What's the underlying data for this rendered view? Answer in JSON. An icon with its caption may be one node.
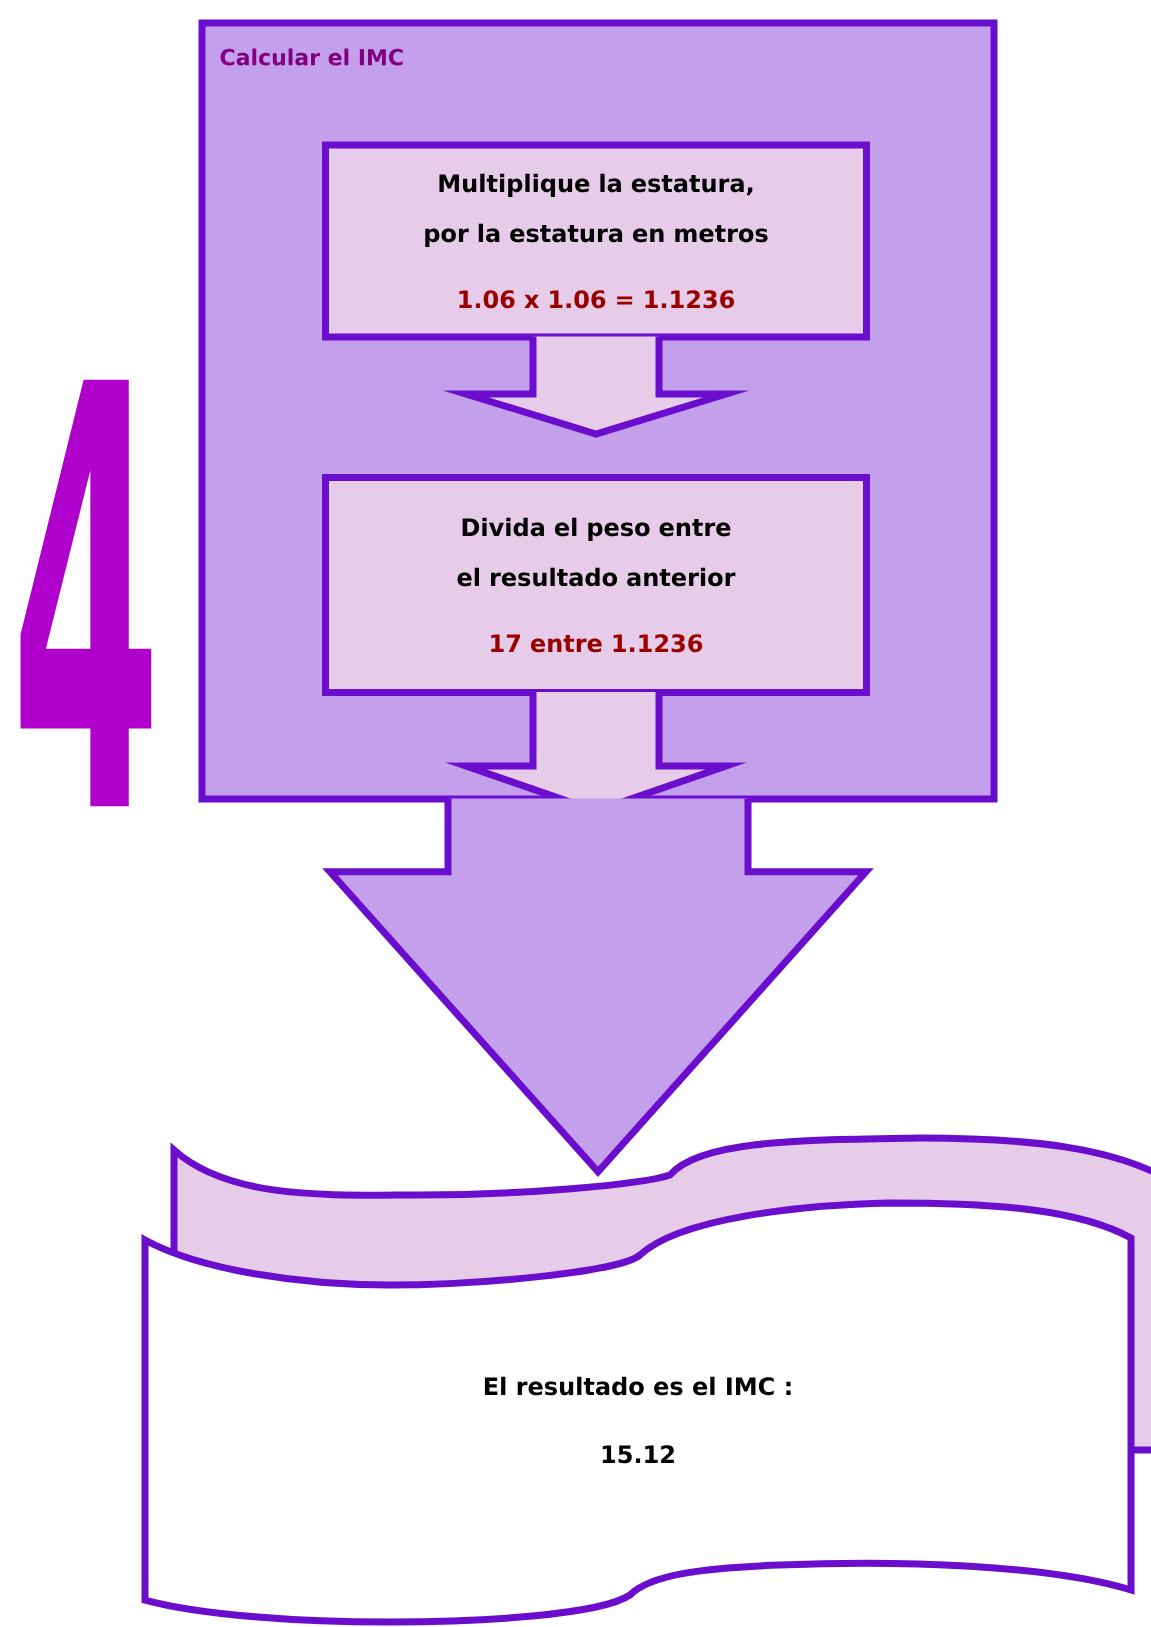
{
  "diagram": {
    "nodes": [
      {
        "text": [
          "Calcular el IMC"
        ]
      },
      {
        "text": [
          "Multiplique la estatura, por la estatura en metros",
          "1.06 x 1.06 = 1.1236"
        ],
        "in": 0
      },
      {
        "text": [
          "Divida el peso entre el resultado anterior",
          "17  entre  1.1236"
        ],
        "in": 0
      },
      {
        "text": [
          "El  resultado es el  IMC :",
          "15.12"
        ]
      }
    ],
    "edges": [
      {
        "from": 1,
        "to": 2,
        "arrow": "to"
      },
      {
        "from": 2,
        "to": null,
        "arrow": "to"
      },
      {
        "from": 0,
        "to": 3,
        "arrow": "to"
      }
    ],
    "labels": [
      "4"
    ]
  }
}
